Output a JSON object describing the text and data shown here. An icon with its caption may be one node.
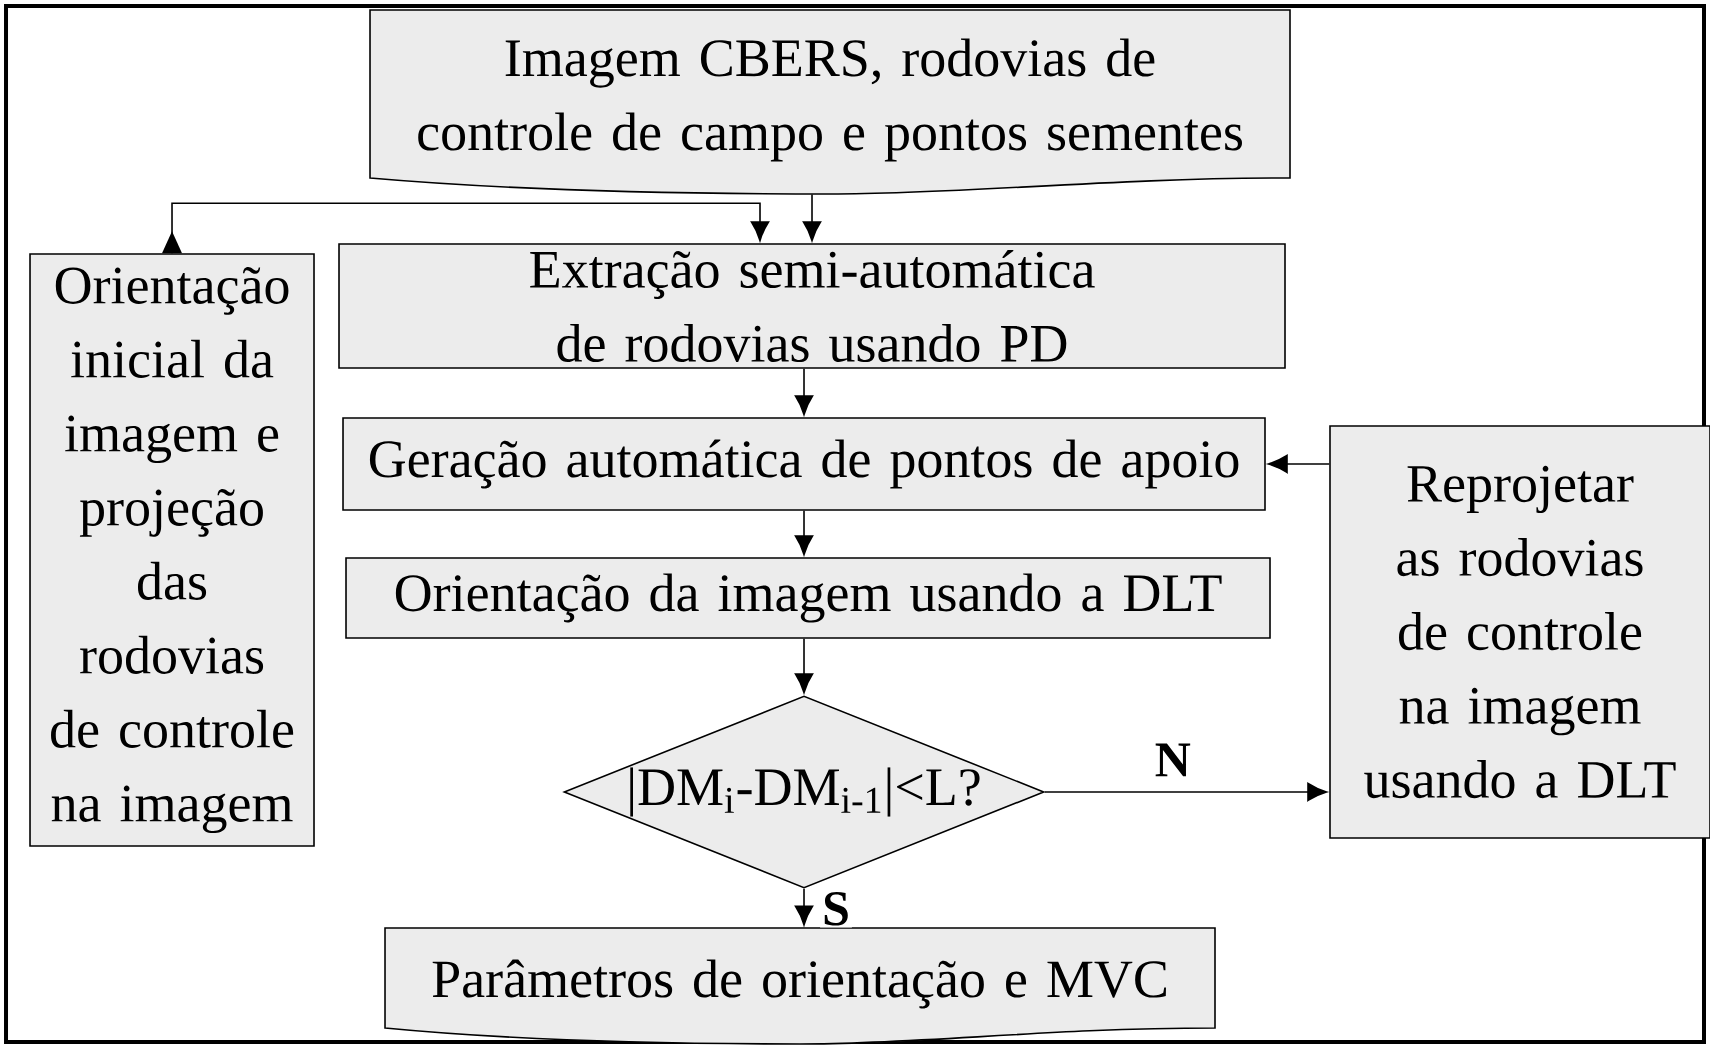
{
  "diagram": {
    "nodes": [
      {
        "text": [
          "Imagem CBERS, rodovias de controle de campo e pontos sementes"
        ]
      },
      {
        "text": [
          "Orientação inicial da imagem e projeção das rodovias de controle na imagem"
        ]
      },
      {
        "text": [
          "Extração semi-automática de rodovias usando PD"
        ]
      },
      {
        "text": [
          "Geração automática de pontos de apoio"
        ]
      },
      {
        "text": [
          "Orientação da imagem usando a DLT"
        ]
      },
      {
        "text": [
          "|DM$_{i}$-DM$_{i-1}$|<L?"
        ]
      },
      {
        "text": [
          "Reprojetar as rodovias de controle na imagem usando a DLT"
        ]
      },
      {
        "text": [
          "Parâmetros de orientação e MVC"
        ]
      }
    ],
    "edges": [
      {
        "from": 0,
        "to": 2,
        "arrow": "to"
      },
      {
        "from": 1,
        "to": 2,
        "arrow": "to"
      },
      {
        "from": 2,
        "to": 3,
        "arrow": "to"
      },
      {
        "from": 3,
        "to": 4,
        "arrow": "to"
      },
      {
        "from": 4,
        "to": 5,
        "arrow": "to"
      },
      {
        "from": 5,
        "to": 6,
        "arrow": "to",
        "label": "N"
      },
      {
        "from": 6,
        "to": 3,
        "arrow": "to"
      },
      {
        "from": 5,
        "to": 7,
        "arrow": "to",
        "label": "S"
      }
    ]
  }
}
